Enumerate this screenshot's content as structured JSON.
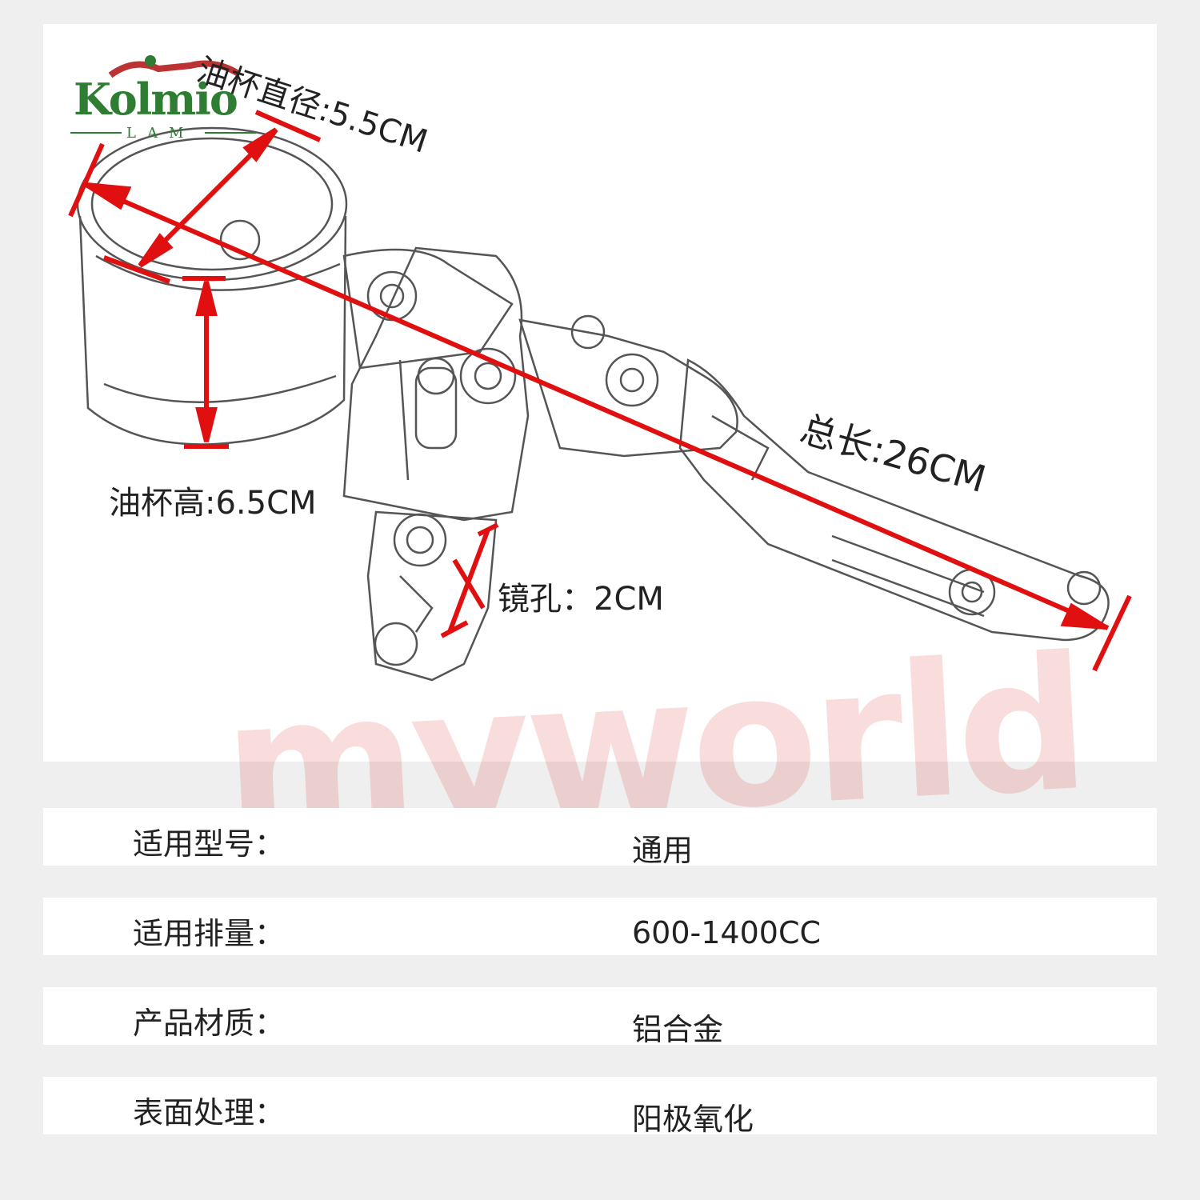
{
  "brand": {
    "logo_text": "Kolmio",
    "logo_sub": "LAM"
  },
  "watermark": "myworld",
  "dimensions": {
    "cup_diameter": "油杯直径:5.5CM",
    "cup_height": "油杯高:6.5CM",
    "mirror_hole": "镜孔：2CM",
    "total_length": "总长:26CM"
  },
  "specs": [
    {
      "label": "适用型号：",
      "value": "通用"
    },
    {
      "label": "适用排量：",
      "value": "600-1400CC"
    },
    {
      "label": "产品材质：",
      "value": "铝合金"
    },
    {
      "label": "表面处理：",
      "value": "阳极氧化"
    }
  ],
  "colors": {
    "dimension_line": "#e01010",
    "brand_green": "#2e7d32",
    "text": "#222222"
  }
}
